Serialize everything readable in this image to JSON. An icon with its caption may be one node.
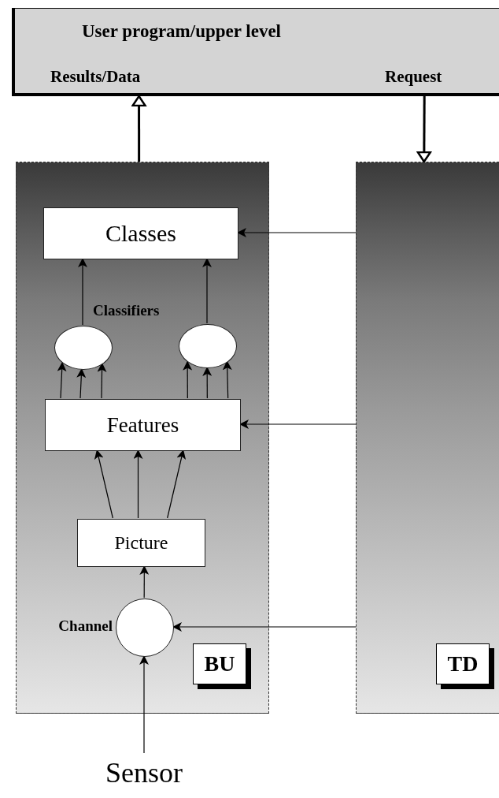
{
  "diagram": {
    "nodes": [
      {
        "text": [
          "User program/upper level",
          "Results/Data",
          "Request"
        ]
      },
      {
        "text": [],
        "shape": "box"
      },
      {
        "text": [
          "Classes"
        ],
        "in": 1
      },
      {
        "text": [],
        "shape": "ellipse",
        "in": 1
      },
      {
        "text": [],
        "shape": "ellipse",
        "in": 1
      },
      {
        "text": [
          "Features"
        ],
        "in": 1
      },
      {
        "text": [
          "Picture"
        ],
        "in": 1
      },
      {
        "text": [],
        "shape": "circle",
        "beside": [
          "Channel"
        ],
        "in": 1
      },
      {
        "text": [
          "BU"
        ],
        "in": 1
      },
      {
        "text": [],
        "shape": "box"
      },
      {
        "text": [
          "TD"
        ],
        "in": 9
      },
      {
        "text": [
          "Sensor"
        ]
      }
    ],
    "edges": [
      {
        "from": 1,
        "to": 0,
        "arrow": "to",
        "style": "thick"
      },
      {
        "from": 0,
        "to": 9,
        "arrow": "to",
        "style": "thick"
      },
      {
        "from": 9,
        "to": 2,
        "arrow": "to"
      },
      {
        "from": 9,
        "to": 5,
        "arrow": "to"
      },
      {
        "from": 9,
        "to": 7,
        "arrow": "to"
      },
      {
        "from": 3,
        "to": 2,
        "arrow": "to"
      },
      {
        "from": 4,
        "to": 2,
        "arrow": "to"
      },
      {
        "from": 5,
        "to": 3,
        "arrow": "to"
      },
      {
        "from": 5,
        "to": 3,
        "arrow": "to"
      },
      {
        "from": 5,
        "to": 3,
        "arrow": "to"
      },
      {
        "from": 5,
        "to": 4,
        "arrow": "to"
      },
      {
        "from": 5,
        "to": 4,
        "arrow": "to"
      },
      {
        "from": 5,
        "to": 4,
        "arrow": "to"
      },
      {
        "from": 6,
        "to": 5,
        "arrow": "to"
      },
      {
        "from": 6,
        "to": 5,
        "arrow": "to"
      },
      {
        "from": 6,
        "to": 5,
        "arrow": "to"
      },
      {
        "from": 7,
        "to": 6,
        "arrow": "to"
      },
      {
        "from": 11,
        "to": 7,
        "arrow": "to"
      }
    ],
    "labels": [
      "Classifiers"
    ]
  }
}
